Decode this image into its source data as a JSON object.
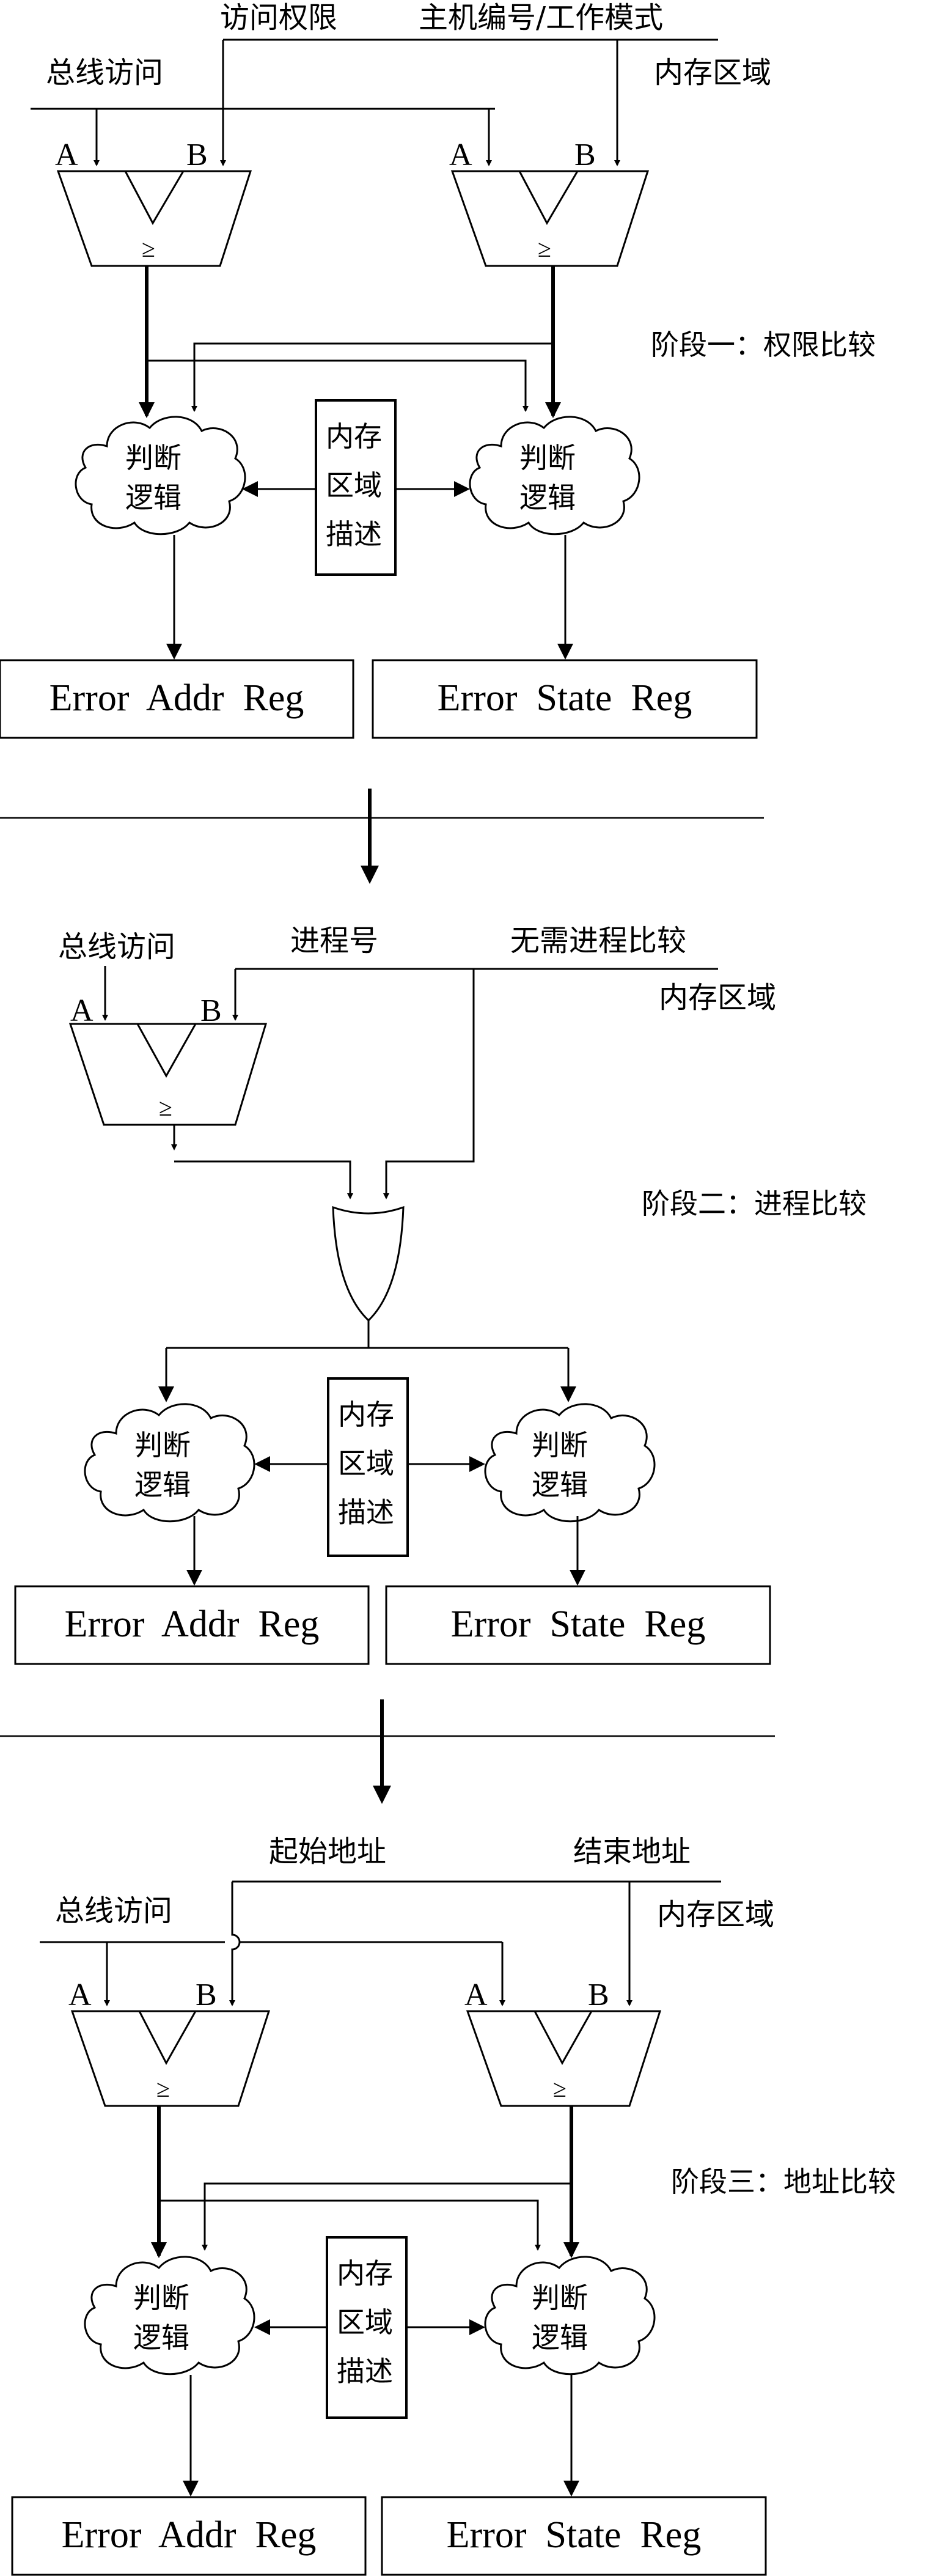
{
  "stage1": {
    "top_labels": {
      "access": "访问权限",
      "host_mode": "主机编号/工作模式"
    },
    "bus_access": "总线访问",
    "mem_region": "内存区域",
    "stage_label": "阶段一：权限比较",
    "port_a": "A",
    "port_b": "B",
    "comparator": "≥",
    "logic_line1": "判断",
    "logic_line2": "逻辑",
    "desc_line1": "内存",
    "desc_line2": "区域",
    "desc_line3": "描述",
    "reg_addr": "Error  Addr  Reg",
    "reg_state": "Error  State  Reg"
  },
  "stage2": {
    "bus_access": "总线访问",
    "process_id": "进程号",
    "no_process": "无需进程比较",
    "mem_region": "内存区域",
    "stage_label": "阶段二：进程比较",
    "port_a": "A",
    "port_b": "B",
    "comparator": "≥",
    "logic_line1": "判断",
    "logic_line2": "逻辑",
    "desc_line1": "内存",
    "desc_line2": "区域",
    "desc_line3": "描述",
    "reg_addr": "Error  Addr  Reg",
    "reg_state": "Error  State  Reg"
  },
  "stage3": {
    "start_addr": "起始地址",
    "end_addr": "结束地址",
    "bus_access": "总线访问",
    "mem_region": "内存区域",
    "stage_label": "阶段三：地址比较",
    "port_a": "A",
    "port_b": "B",
    "comparator": "≥",
    "logic_line1": "判断",
    "logic_line2": "逻辑",
    "desc_line1": "内存",
    "desc_line2": "区域",
    "desc_line3": "描述",
    "reg_addr": "Error  Addr  Reg",
    "reg_state": "Error  State  Reg"
  }
}
